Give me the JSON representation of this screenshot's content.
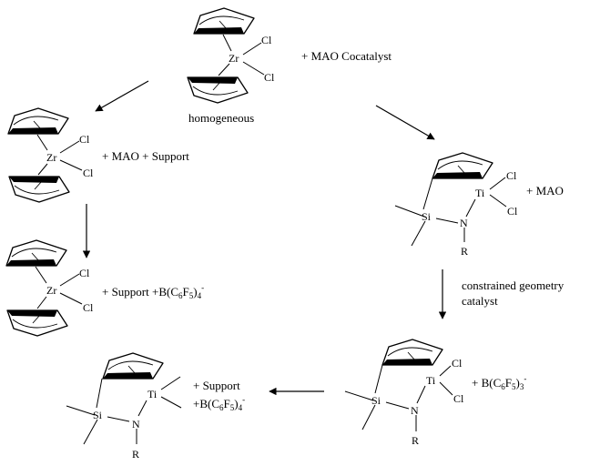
{
  "structures": {
    "zirconocene_top": {
      "metal": "Zr",
      "ligand1": "Cl",
      "ligand2": "Cl"
    },
    "zirconocene_left1": {
      "metal": "Zr",
      "ligand1": "Cl",
      "ligand2": "Cl"
    },
    "zirconocene_left2": {
      "metal": "Zr",
      "ligand1": "Cl",
      "ligand2": "Cl"
    },
    "cgc_right1": {
      "metal": "Ti",
      "cl1": "Cl",
      "cl2": "Cl",
      "si": "Si",
      "n": "N",
      "r": "R"
    },
    "cgc_right2": {
      "metal": "Ti",
      "cl1": "Cl",
      "cl2": "Cl",
      "si": "Si",
      "n": "N",
      "r": "R"
    },
    "cgc_bottom": {
      "metal": "Ti",
      "si": "Si",
      "n": "N",
      "r": "R"
    }
  },
  "labels": {
    "mao_cocatalyst": "+ MAO Cocatalyst",
    "homogeneous": "homogeneous",
    "mao_support": "+ MAO + Support",
    "support_borate": "+ Support +B(C6F5)4-",
    "mao": "+ MAO",
    "cgc_line1": "constrained geometry",
    "cgc_line2": "catalyst",
    "borane": "+ B(C6F5)3-",
    "bottom_line1": "+ Support",
    "bottom_line2": "+B(C6F5)4-"
  }
}
